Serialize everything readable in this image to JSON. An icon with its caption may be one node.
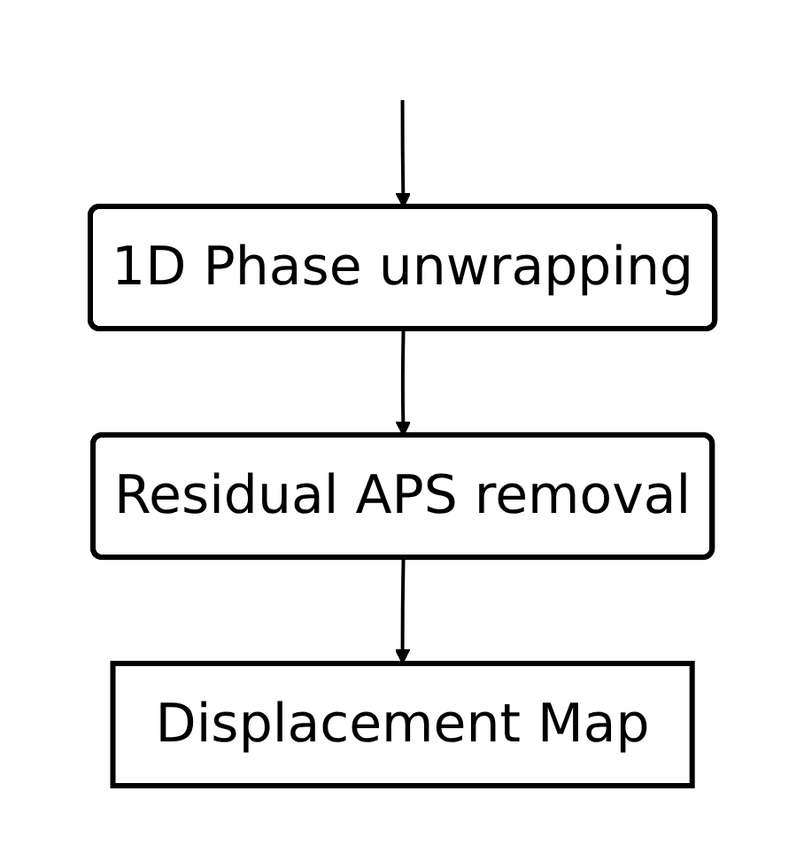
{
  "diagram": {
    "nodes": [
      {
        "text": [
          "1D Phase unwrapping"
        ]
      },
      {
        "text": [
          "Residual APS removal"
        ]
      },
      {
        "text": [
          "Displacement Map"
        ]
      }
    ],
    "edges": [
      {
        "from": null,
        "to": 0,
        "arrow": "to"
      },
      {
        "from": 0,
        "to": 1,
        "arrow": "to"
      },
      {
        "from": 1,
        "to": 2,
        "arrow": "to"
      }
    ]
  }
}
